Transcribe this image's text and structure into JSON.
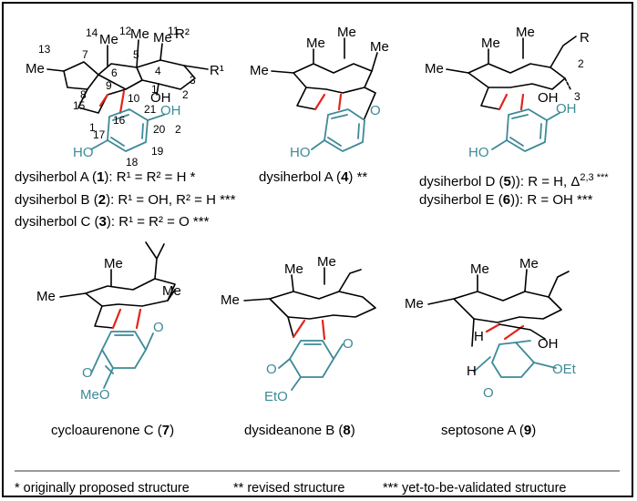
{
  "accent_teal": "#3d8a97",
  "accent_red": "#e3241b",
  "compounds": [
    {
      "name": "dysiherbol A",
      "num": "1",
      "rest": ": R",
      "formula": "¹ = R² = H *"
    },
    {
      "name": "dysiherbol B",
      "num": "2",
      "rest": ": R",
      "formula": "¹ = OH, R² = H ***"
    },
    {
      "name": "dysiherbol C",
      "num": "3",
      "rest": ": R",
      "formula": "¹ = R² = O ***"
    },
    {
      "name": "dysiherbol A",
      "num": "4",
      "rest": ")",
      "formula": " **"
    },
    {
      "name": "dysiherbol D",
      "num": "5",
      "rest": "): R = H, Δ",
      "formula": "2,3 ***"
    },
    {
      "name": "dysiherbol E",
      "num": "6",
      "rest": "): R = OH",
      "formula": " ***"
    },
    {
      "name": "cycloaurenone C",
      "num": "7",
      "rest": ")",
      "formula": ""
    },
    {
      "name": "dysideanone B",
      "num": "8",
      "rest": ")",
      "formula": ""
    },
    {
      "name": "septosone A",
      "num": "9",
      "rest": ")",
      "formula": ""
    }
  ],
  "atom_labels": {
    "me": "Me",
    "oh": "OH",
    "o": "O",
    "ho": "HO",
    "r": "R",
    "r1": "R¹",
    "r2": "R²",
    "h": "H",
    "meo": "MeO",
    "eto": "EtO",
    "oet": "OEt",
    "n1": "1",
    "n2": "2",
    "n3": "3",
    "n4": "4",
    "n5": "5",
    "n6": "6",
    "n7": "7",
    "n8": "8",
    "n9": "9",
    "n10": "10",
    "n11": "11",
    "n12": "12",
    "n13": "13",
    "n14": "14",
    "n15": "15",
    "n16": "16",
    "n17": "17",
    "n18": "18",
    "n19": "19",
    "n20": "20",
    "n21": "21"
  },
  "footer": {
    "note1": "* originally proposed structure",
    "note2": "** revised structure",
    "note3": "*** yet-to-be-validated structure"
  }
}
